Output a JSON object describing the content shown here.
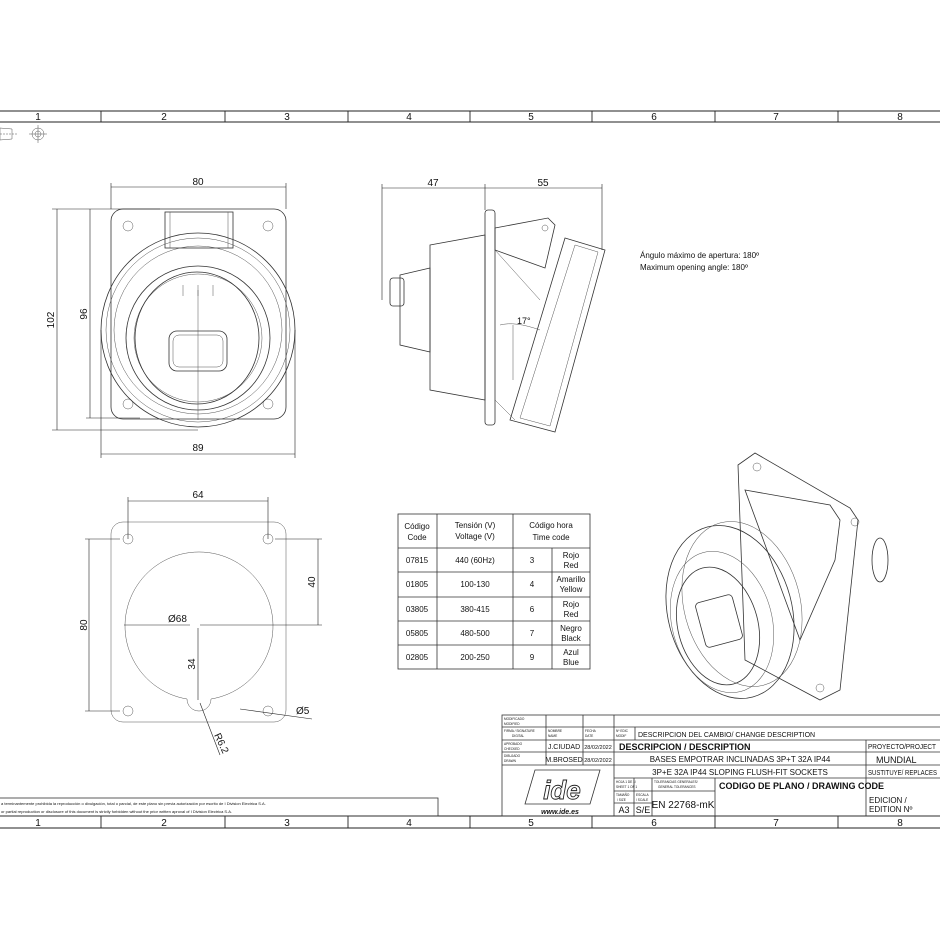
{
  "grid": {
    "columns": [
      "1",
      "2",
      "3",
      "4",
      "5",
      "6",
      "7",
      "8"
    ]
  },
  "front_view": {
    "dims": {
      "top_width": "80",
      "height_outer": "102",
      "height_inner": "96",
      "bottom_width": "89"
    }
  },
  "side_view": {
    "dims": {
      "back_depth": "47",
      "front_depth": "55",
      "angle": "17°"
    }
  },
  "note": {
    "line1": "Ángulo máximo de apertura: 180º",
    "line2": "Maximum opening angle: 180º"
  },
  "cutout_view": {
    "dims": {
      "hole_spacing": "64",
      "hole_vertical": "80",
      "half_height": "40",
      "diameter": "Ø68",
      "radius_offset": "34",
      "hole_diameter": "Ø5",
      "notch_radius": "R6.2"
    }
  },
  "table": {
    "headers": {
      "code": [
        "Código",
        "Code"
      ],
      "voltage": [
        "Tensión (V)",
        "Voltage (V)"
      ],
      "time_code": [
        "Código hora",
        "Time code"
      ]
    },
    "rows": [
      {
        "code": "07815",
        "voltage": "440 (60Hz)",
        "hour": "3",
        "color": [
          "Rojo",
          "Red"
        ]
      },
      {
        "code": "01805",
        "voltage": "100-130",
        "hour": "4",
        "color": [
          "Amarillo",
          "Yellow"
        ]
      },
      {
        "code": "03805",
        "voltage": "380-415",
        "hour": "6",
        "color": [
          "Rojo",
          "Red"
        ]
      },
      {
        "code": "05805",
        "voltage": "480-500",
        "hour": "7",
        "color": [
          "Negro",
          "Black"
        ]
      },
      {
        "code": "02805",
        "voltage": "200-250",
        "hour": "9",
        "color": [
          "Azul",
          "Blue"
        ]
      }
    ]
  },
  "disclaimer": {
    "line1": "a terminantemente prohibida la reproducción o divulgación, total o parcial, de este plano sin previa autorización por escrito de I Division Electrica S.A.",
    "line2": "or partial reproduction or disclosure of this document is strictly forbidden without the prior written aproval of I Division Electrica S.A."
  },
  "title_block": {
    "modified": [
      "MODIFICADO",
      "MODIFIED"
    ],
    "signature": [
      "FIRMA / SIGNATURE",
      "DIGITAL"
    ],
    "name": [
      "NOMBRE",
      "NAME"
    ],
    "date": [
      "FECHA",
      "DATE"
    ],
    "edition_mod": [
      "Nº EDIC",
      "MODIF"
    ],
    "change_description": "DESCRIPCION DEL CAMBIO/  CHANGE DESCRIPTION",
    "checked": [
      "APROBADO",
      "CHECKED"
    ],
    "checked_name": "J.CIUDAD",
    "checked_date": "28/02/2022",
    "drawn": [
      "DIBUJADO",
      "DRAWN"
    ],
    "drawn_name": "M.BROSED",
    "drawn_date": "28/02/2022",
    "description_label": "DESCRIPCION / DESCRIPTION",
    "description_es": "BASES EMPOTRAR INCLINADAS 3P+T 32A IP44",
    "description_en": "3P+E 32A IP44 SLOPING FLUSH-FIT  SOCKETS",
    "project_label": "PROYECTO/PROJECT",
    "project": "MUNDIAL",
    "replaces_label": "SUSTITUYE/ REPLACES",
    "sheet": [
      "HOJA 1 DE 1/",
      "SHEET 1 OF 1"
    ],
    "tolerances": [
      "TOLERANCIAS GENERALES/",
      "GENERAL TOLERANCES"
    ],
    "drawing_code_label": "CODIGO DE PLANO / DRAWING CODE",
    "size_label": [
      "TAMAÑO",
      "/ SIZE"
    ],
    "scale_label": [
      "ESCALA",
      "/ SCALE"
    ],
    "size": "A3",
    "scale": "S/E",
    "tolerance_std": "EN 22768-mK",
    "edition_label": [
      "EDICION /",
      "EDITION   Nº"
    ],
    "logo_text": "ide",
    "website": "www.ide.es"
  }
}
